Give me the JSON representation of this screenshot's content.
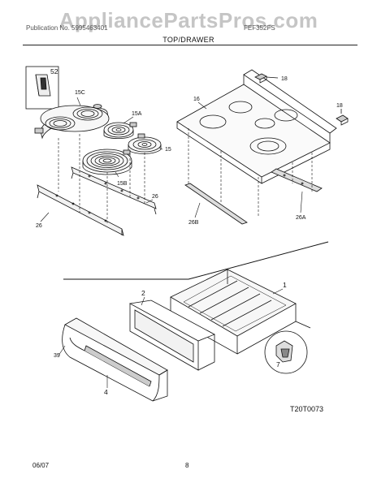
{
  "watermark": "AppliancePartsPros.com",
  "header": {
    "left_text": "Publication No. 5995463401",
    "right_text": "FEF352FS",
    "section_title": "TOP/DRAWER"
  },
  "labels": {
    "p52": "52",
    "p15C": "15C",
    "p15A": "15A",
    "p15": "15",
    "p15B": "15B",
    "p26_a": "26",
    "p26_b": "26",
    "p16": "16",
    "p18_a": "18",
    "p18_b": "18",
    "p26B": "26B",
    "p26A": "26A",
    "p1": "1",
    "p2": "2",
    "p39": "39",
    "p4": "4",
    "p7": "7"
  },
  "figure_code": "T20T0073",
  "footer": {
    "date": "06/07",
    "page": "8"
  }
}
